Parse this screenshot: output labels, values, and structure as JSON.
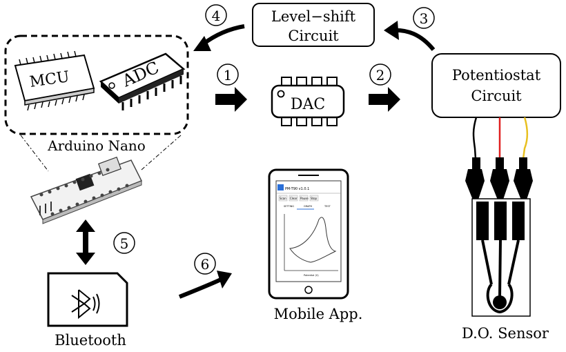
{
  "labels": {
    "mcu": "MCU",
    "adc": "ADC",
    "arduino": "Arduino Nano",
    "level_shift_1": "Level−shift",
    "level_shift_2": "Circuit",
    "dac": "DAC",
    "potentiostat_1": "Potentiostat",
    "potentiostat_2": "Circuit",
    "bluetooth": "Bluetooth",
    "mobile_app": "Mobile App.",
    "sensor": "D.O. Sensor"
  },
  "steps": {
    "s1": "1",
    "s2": "2",
    "s3": "3",
    "s4": "4",
    "s5": "5",
    "s6": "6"
  },
  "phone": {
    "app_title": "PM-T90 v1.0.1",
    "tabs": [
      "Scan",
      "Clear",
      "Pause",
      "Stop"
    ],
    "subtabs": [
      "SETTING",
      "GRAPH",
      "TEST"
    ],
    "xlabel": "Potential (V)"
  },
  "colors": {
    "black": "#000000",
    "red_lead": "#e02020",
    "yellow_lead": "#e8c020",
    "phone_blue": "#2a6fd8"
  }
}
